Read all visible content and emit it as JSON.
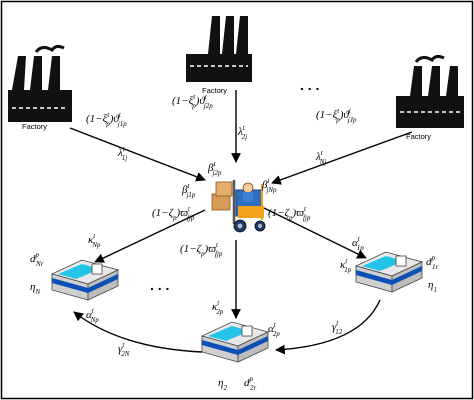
{
  "factories": {
    "left": {
      "label": "Factory"
    },
    "top": {
      "label": "Factory"
    },
    "right": {
      "label": "Factory"
    }
  },
  "ellipsis": {
    "top": ". . .",
    "bottom": ". . ."
  },
  "flow_labels": {
    "left_share": "(1−ξ",
    "left_share_sup": "t",
    "left_share_sub": "p",
    "left_share_tail": ")ϑ",
    "left_share_tail_sup": "t",
    "left_share_tail_sub": "j1p",
    "top_share": "(1−ξ",
    "top_share_sup": "t",
    "top_share_sub": "p",
    "top_share_tail": ")ϑ",
    "top_share_tail_sup": "t",
    "top_share_tail_sub": "j2p",
    "right_share": "(1−ξ",
    "right_share_sup": "t",
    "right_share_sub": "p",
    "right_share_tail": ")ϑ",
    "right_share_tail_sup": "t",
    "right_share_tail_sub": "jJp",
    "lambda_1j": "λ",
    "lambda_1j_sup": "t",
    "lambda_1j_sub": "1j",
    "lambda_2j": "λ",
    "lambda_2j_sup": "t",
    "lambda_2j_sub": "2j",
    "lambda_Nj": "λ",
    "lambda_Nj_sup": "t",
    "lambda_Nj_sub": "Nj",
    "beta_j2p": "β",
    "beta_j2p_sup": "t",
    "beta_j2p_sub": "j2p",
    "beta_j1p": "β",
    "beta_j1p_sup": "t",
    "beta_j1p_sub": "j1p",
    "beta_jNp": "β",
    "beta_jNp_sup": "t",
    "beta_jNp_sub": "jNp",
    "zeta_left": "(1−ζ",
    "zeta_left_sub": "p",
    "zeta_left_tail": ")ϖ",
    "zeta_left_tail_sup": "t",
    "zeta_left_tail_sub": "fjp",
    "zeta_right": "(1−ζ",
    "zeta_right_sub": "p",
    "zeta_right_tail": ")ϖ",
    "zeta_right_tail_sup": "t",
    "zeta_right_tail_sub": "fjp",
    "zeta_bottom": "(1−ζ",
    "zeta_bottom_sub": "p",
    "zeta_bottom_tail": ")ϖ",
    "zeta_bottom_tail_sup": "t",
    "zeta_bottom_tail_sub": "fjp",
    "kappa_Np": "κ",
    "kappa_Np_sup": "t",
    "kappa_Np_sub": "Np",
    "kappa_1p": "κ",
    "kappa_1p_sup": "t",
    "kappa_1p_sub": "1p",
    "kappa_2p": "κ",
    "kappa_2p_sup": "t",
    "kappa_2p_sub": "2p",
    "alpha_1p": "α",
    "alpha_1p_sup": "t",
    "alpha_1p_sub": "1p",
    "alpha_2p": "α",
    "alpha_2p_sup": "t",
    "alpha_2p_sub": "2p",
    "alpha_Np": "α",
    "alpha_Np_sup": "t",
    "alpha_Np_sub": "Np",
    "gamma_12": "γ",
    "gamma_12_sup": "t",
    "gamma_12_sub": "12",
    "gamma_2N": "γ",
    "gamma_2N_sup": "t",
    "gamma_2N_sub": "2N"
  },
  "retailers": {
    "N": {
      "demand": "d",
      "demand_sup": "p",
      "demand_sub": "Nr",
      "eta": "η",
      "eta_sub": "N"
    },
    "1": {
      "demand": "d",
      "demand_sup": "p",
      "demand_sub": "1r",
      "eta": "η",
      "eta_sub": "1"
    },
    "2": {
      "demand": "d",
      "demand_sup": "p",
      "demand_sub": "2r",
      "eta": "η",
      "eta_sub": "2"
    }
  },
  "colors": {
    "factory": "#111111",
    "box_top": "#e8e8e8",
    "box_side": "#cfcfcf",
    "stripe_blue": "#0a4fb5",
    "stripe_cyan": "#23c4e8",
    "forklift_blue": "#2e6fc1",
    "forklift_orange": "#f0a21a",
    "crate": "#d99b55"
  }
}
